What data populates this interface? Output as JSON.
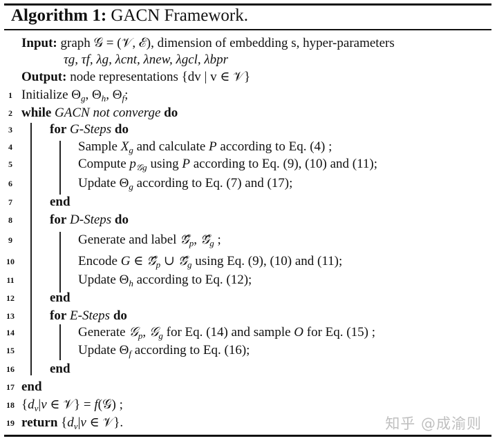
{
  "algorithm": {
    "label": "Algorithm 1:",
    "name": "GACN Framework.",
    "input_label": "Input:",
    "input_text_1": "graph 𝒢 = (𝒱, ℰ), dimension of embedding s, hyper-parameters",
    "input_text_2": "τg, τf, λg, λcnt, λnew, λgcl, λbpr",
    "output_label": "Output:",
    "output_text": "node representations {dv | v ∈ 𝒱}",
    "lines": [
      {
        "num": "1",
        "text": "Initialize Θg, Θh, Θf;"
      },
      {
        "num": "2",
        "text": "while GACN not converge do"
      },
      {
        "num": "3",
        "text": "for G-Steps do"
      },
      {
        "num": "4",
        "text": "Sample Xg and calculate P according to Eq. (4) ;"
      },
      {
        "num": "5",
        "text": "Compute p𝒢g using P according to Eq. (9), (10) and (11);"
      },
      {
        "num": "6",
        "text": "Update Θg according to Eq. (7) and (17);"
      },
      {
        "num": "7",
        "text": "end"
      },
      {
        "num": "8",
        "text": "for D-Steps do"
      },
      {
        "num": "9",
        "text": "Generate and label 𝒢⃗p, 𝒢⃗g ;"
      },
      {
        "num": "10",
        "text": "Encode G ∈ 𝒢⃗p ∪ 𝒢⃗g using Eq. (9), (10) and (11);"
      },
      {
        "num": "11",
        "text": "Update Θh according to Eq. (12);"
      },
      {
        "num": "12",
        "text": "end"
      },
      {
        "num": "13",
        "text": "for E-Steps do"
      },
      {
        "num": "14",
        "text": "Generate 𝒢p, 𝒢g for Eq. (14) and sample O for Eq. (15) ;"
      },
      {
        "num": "15",
        "text": "Update Θf according to Eq. (16);"
      },
      {
        "num": "16",
        "text": "end"
      },
      {
        "num": "17",
        "text": "end"
      },
      {
        "num": "18",
        "text": "{dv | v ∈ 𝒱} = f(𝒢) ;"
      },
      {
        "num": "19",
        "text": "return {dv | v ∈ 𝒱}."
      }
    ]
  },
  "watermark": "知乎 @成渝则"
}
